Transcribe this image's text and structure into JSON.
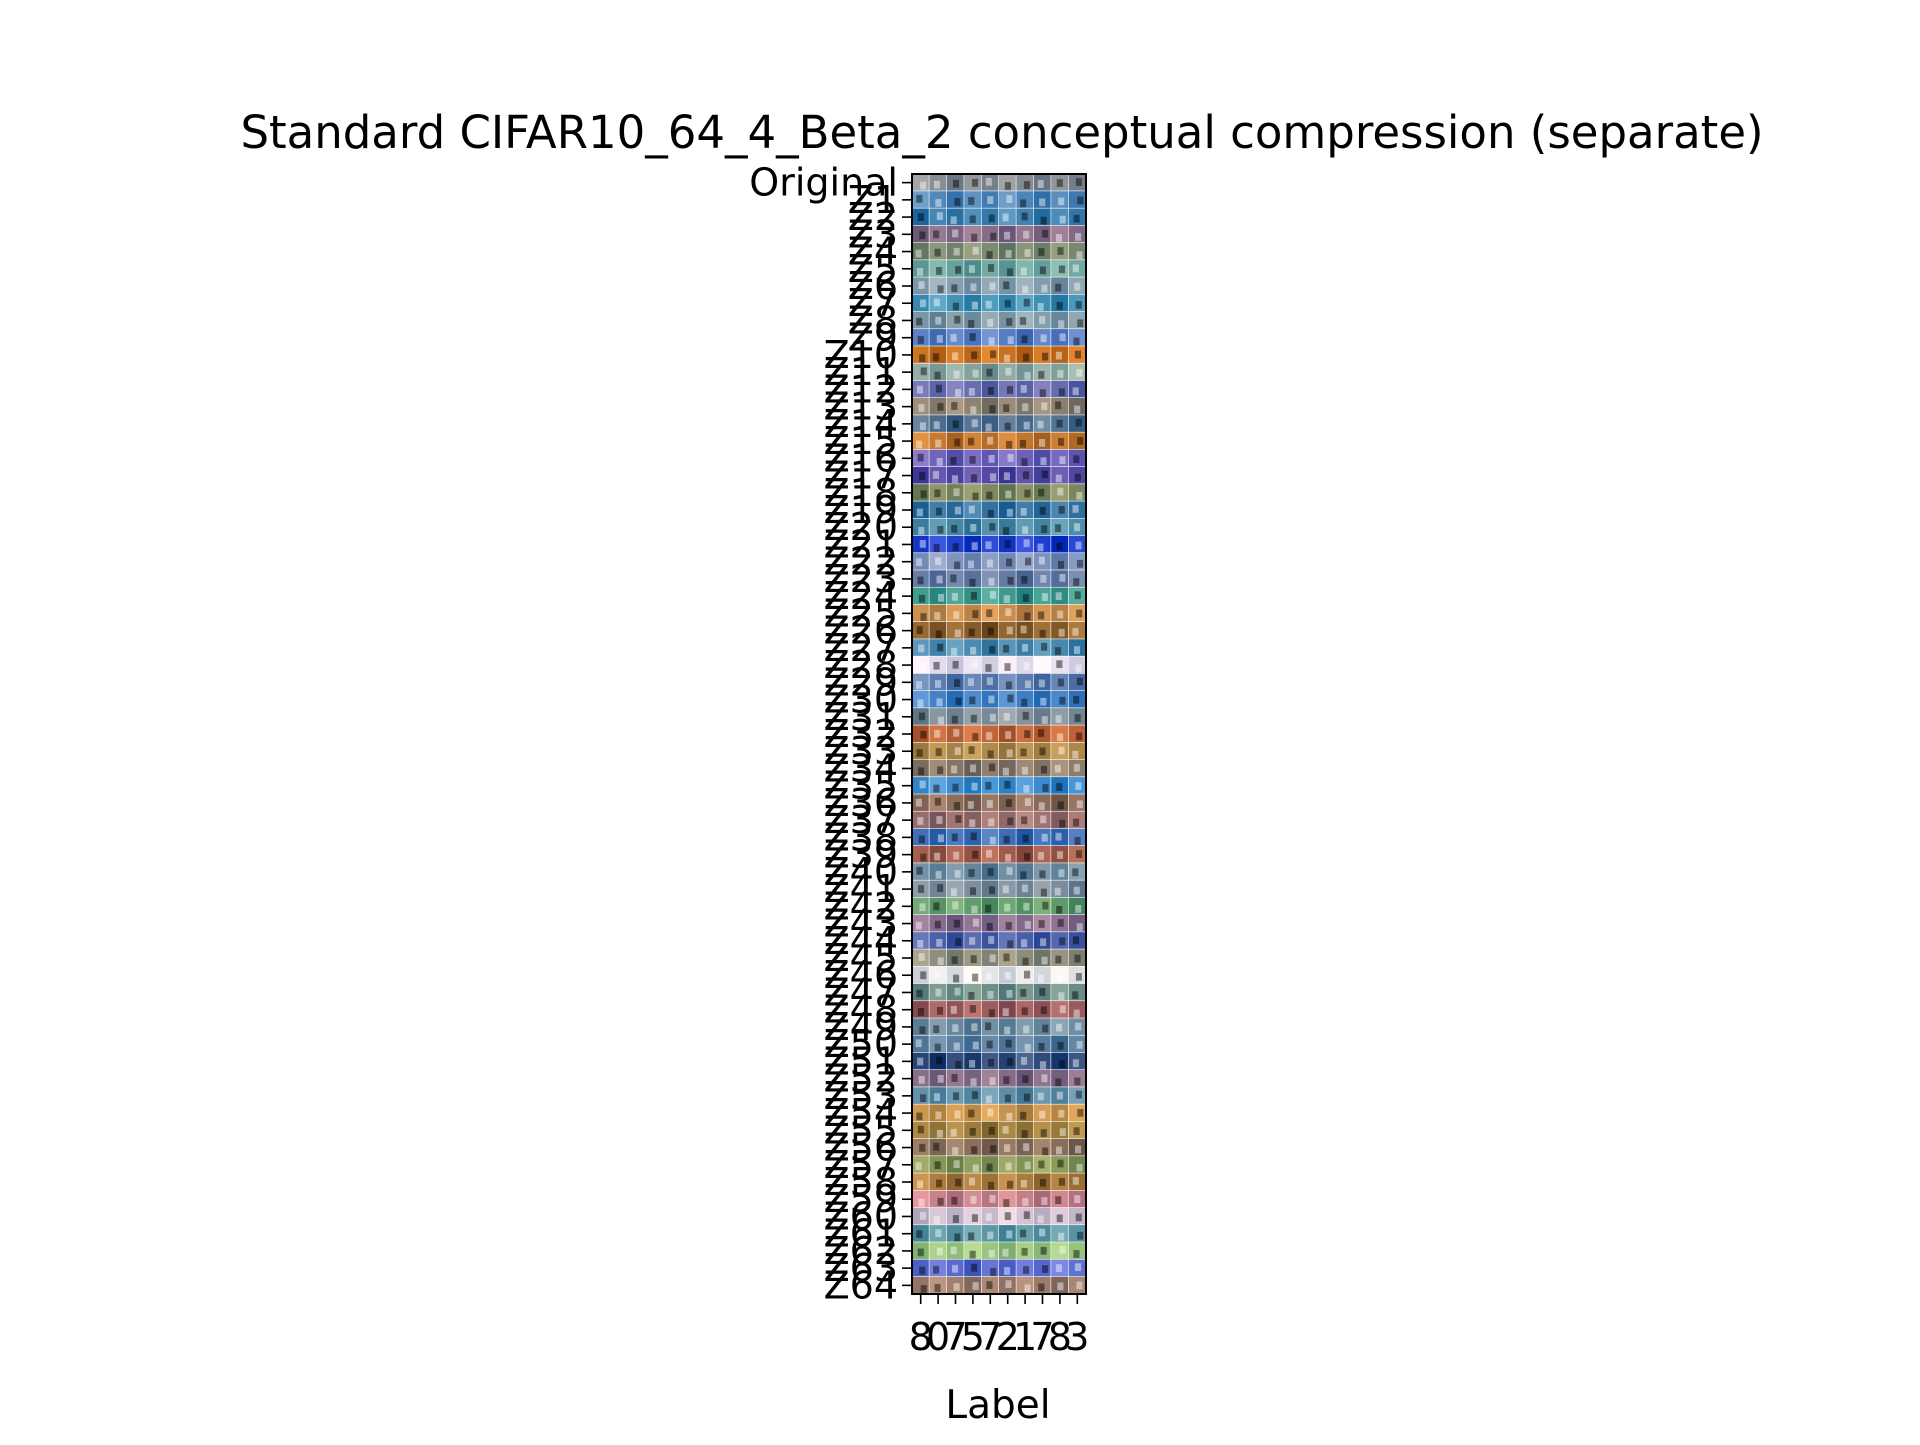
{
  "chart_data": {
    "type": "heatmap",
    "title": "Standard CIFAR10_64_4_Beta_2 conceptual compression (separate)",
    "xlabel": "Label",
    "ylabel": "",
    "x_tick_labels": [
      "8",
      "0",
      "7",
      "5",
      "7",
      "2",
      "1",
      "7",
      "8",
      "3"
    ],
    "y_tick_labels": [
      "Original",
      "Z1",
      "Z2",
      "Z3",
      "Z4",
      "Z5",
      "Z6",
      "Z7",
      "Z8",
      "Z9",
      "Z10",
      "Z11",
      "Z12",
      "Z13",
      "Z14",
      "Z15",
      "Z16",
      "Z17",
      "Z18",
      "Z19",
      "Z20",
      "Z21",
      "Z22",
      "Z23",
      "Z24",
      "Z25",
      "Z26",
      "Z27",
      "Z28",
      "Z29",
      "Z30",
      "Z31",
      "Z32",
      "Z33",
      "Z34",
      "Z35",
      "Z36",
      "Z37",
      "Z38",
      "Z39",
      "Z40",
      "Z41",
      "Z42",
      "Z43",
      "Z44",
      "Z45",
      "Z46",
      "Z47",
      "Z48",
      "Z49",
      "Z50",
      "Z51",
      "Z52",
      "Z53",
      "Z54",
      "Z55",
      "Z56",
      "Z57",
      "Z58",
      "Z59",
      "Z60",
      "Z61",
      "Z62",
      "Z63",
      "Z64"
    ],
    "grid": false,
    "cells": "65 rows x 10 columns of small decoded image thumbnails",
    "row_tint_colors": [
      "#8a8f96",
      "#4f86b8",
      "#3d7fb0",
      "#8a6f8a",
      "#7a8a70",
      "#6fa6a0",
      "#88a0b0",
      "#3f8fb5",
      "#7f9aa8",
      "#5a7fc4",
      "#c8701e",
      "#8aa6a0",
      "#6a6fb0",
      "#8a7f6f",
      "#4f6f8f",
      "#c47830",
      "#6a5fb8",
      "#5a4fa8",
      "#7f8a5f",
      "#2f6fa0",
      "#4a8aa8",
      "#1f3fcf",
      "#7a90b8",
      "#6a7fa8",
      "#3f9a8f",
      "#c48a4a",
      "#8a5f2a",
      "#4a8ab0",
      "#e8e0f0",
      "#5f7fb0",
      "#3f7fc4",
      "#7f8f9a",
      "#c4683a",
      "#b08a4a",
      "#8a7a6a",
      "#3f8fd0",
      "#8a6a5a",
      "#9a6f6f",
      "#3f6fb8",
      "#a05a4a",
      "#6a8aa0",
      "#7f90a0",
      "#5f9a6a",
      "#8a6f90",
      "#4a5fa8",
      "#8a8a7a",
      "#e8e8e8",
      "#6f8f8a",
      "#9a5a5a",
      "#6a8aa0",
      "#5a7fa0",
      "#2f4a7a",
      "#8a6f8a",
      "#5f8fa8",
      "#c4904a",
      "#a0803f",
      "#8a6f5a",
      "#8a9a5a",
      "#b07f3f",
      "#c47f8a",
      "#d0c0d0",
      "#5f9aa8",
      "#9ac47f",
      "#5f6fd0",
      "#a0806f"
    ]
  }
}
